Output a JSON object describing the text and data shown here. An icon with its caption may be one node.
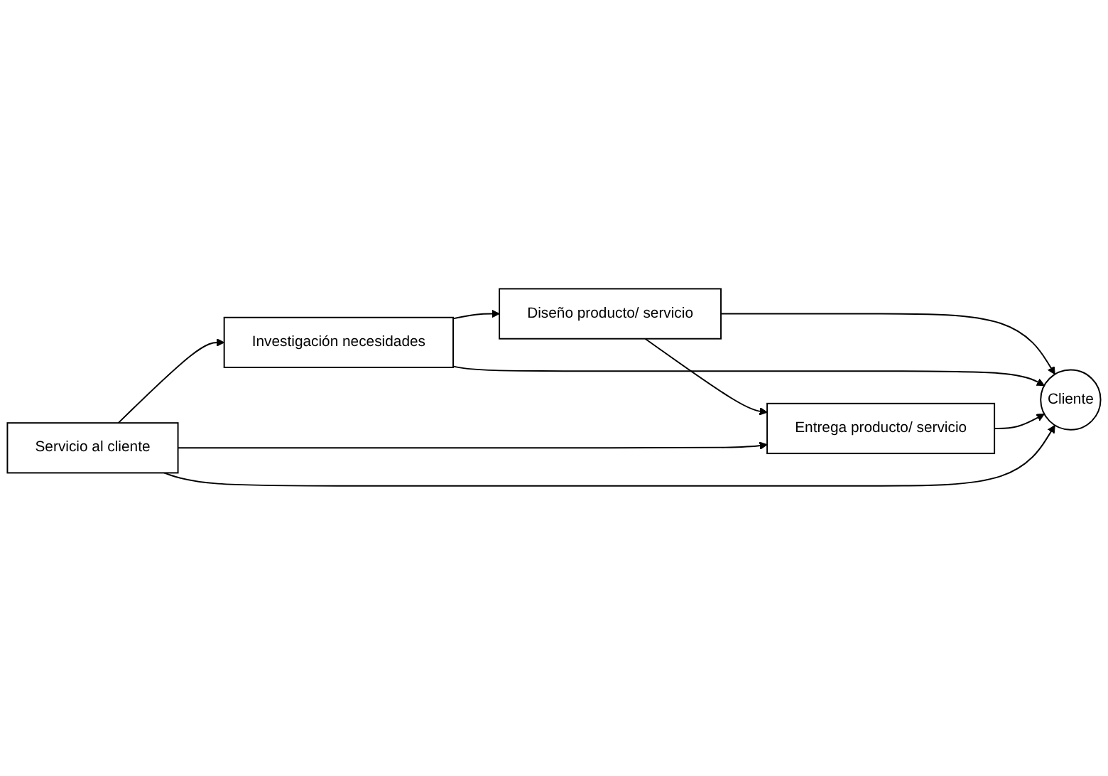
{
  "diagram": {
    "nodes": [
      {
        "text": [
          "Diseño producto/ servicio"
        ]
      },
      {
        "text": [
          "Investigación necesidades"
        ]
      },
      {
        "text": [
          "Cliente"
        ]
      },
      {
        "text": [
          "Entrega producto/ servicio"
        ]
      },
      {
        "text": [
          "Servicio al cliente"
        ]
      }
    ],
    "edges": [
      {
        "from": 1,
        "to": 0,
        "arrow": "to"
      },
      {
        "from": 0,
        "to": 2,
        "arrow": "to"
      },
      {
        "from": 0,
        "to": 3,
        "arrow": "to"
      },
      {
        "from": 1,
        "to": 2,
        "arrow": "to"
      },
      {
        "from": 3,
        "to": 2,
        "arrow": "to"
      },
      {
        "from": 4,
        "to": 2,
        "arrow": "to"
      },
      {
        "from": 4,
        "to": 1,
        "arrow": "to"
      },
      {
        "from": 4,
        "to": 3,
        "arrow": "to"
      }
    ]
  }
}
